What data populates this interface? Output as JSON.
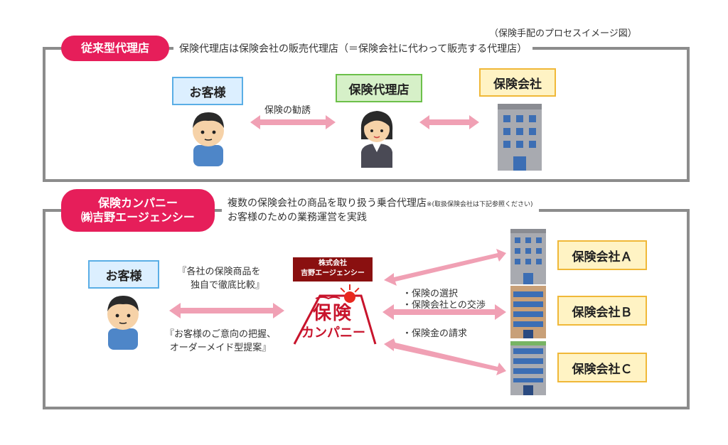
{
  "figure_caption": "（保険手配のプロセスイメージ図）",
  "traditional": {
    "title": "従来型代理店",
    "description": "保険代理店は保険会社の販売代理店（＝保険会社に代わって販売する代理店）",
    "customer_label": "お客様",
    "agency_label": "保険代理店",
    "company_label": "保険会社",
    "arrow_label": "保険の勧誘"
  },
  "company": {
    "title_line1": "保険カンパニー",
    "title_line2": "㈱吉野エージェンシー",
    "description_line1": "複数の保険会社の商品を取り扱う乗合代理店",
    "description_note": "※(取扱保険会社は下記参照ください)",
    "description_line2": "お客様のための業務運営を実践",
    "customer_label": "お客様",
    "left_text_1a": "『各社の保険商品を",
    "left_text_1b": "独自で徹底比較』",
    "left_text_2a": "『お客様のご意向の把握、",
    "left_text_2b": "オーダーメイド型提案』",
    "logo_top_line1": "株式会社",
    "logo_top_line2": "吉野エージェンシー",
    "logo_main": "保険",
    "logo_sub": "カンパニー",
    "right_text_1": "・保険の選択",
    "right_text_2": "・保険会社との交渉",
    "right_text_3": "・保険金の請求",
    "insurers": [
      "保険会社Ａ",
      "保険会社Ｂ",
      "保険会社Ｃ"
    ]
  },
  "colors": {
    "accent_pink": "#e61e5a",
    "arrow_pink": "#f0a0b4",
    "frame_gray": "#8c8c8c",
    "building_blue": "#3c6eb4",
    "building_green": "#78b464",
    "building_tan": "#c8a078"
  }
}
